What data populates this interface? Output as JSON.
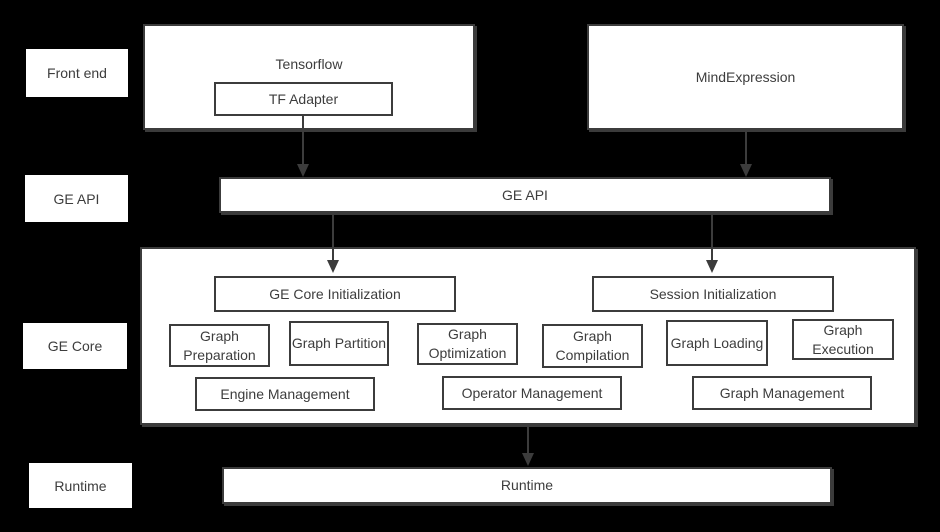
{
  "colors": {
    "background": "#000000",
    "box_fill": "#ffffff",
    "border": "#3c3c3c",
    "text": "#3d3d3d",
    "arrow": "#3c3c3c"
  },
  "row_labels": {
    "front_end": "Front end",
    "ge_api": "GE API",
    "ge_core": "GE Core",
    "runtime": "Runtime"
  },
  "front_end": {
    "tensorflow_label": "Tensorflow",
    "tf_adapter_label": "TF Adapter",
    "mindexpression_label": "MindExpression"
  },
  "ge_api": {
    "bar_label": "GE API"
  },
  "ge_core": {
    "ge_core_initialization": "GE Core Initialization",
    "session_initialization": "Session Initialization",
    "stages": [
      "Graph Preparation",
      "Graph Partition",
      "Graph Optimization",
      "Graph Compilation",
      "Graph Loading",
      "Graph Execution"
    ],
    "management": [
      "Engine Management",
      "Operator Management",
      "Graph Management"
    ]
  },
  "runtime": {
    "bar_label": "Runtime"
  }
}
